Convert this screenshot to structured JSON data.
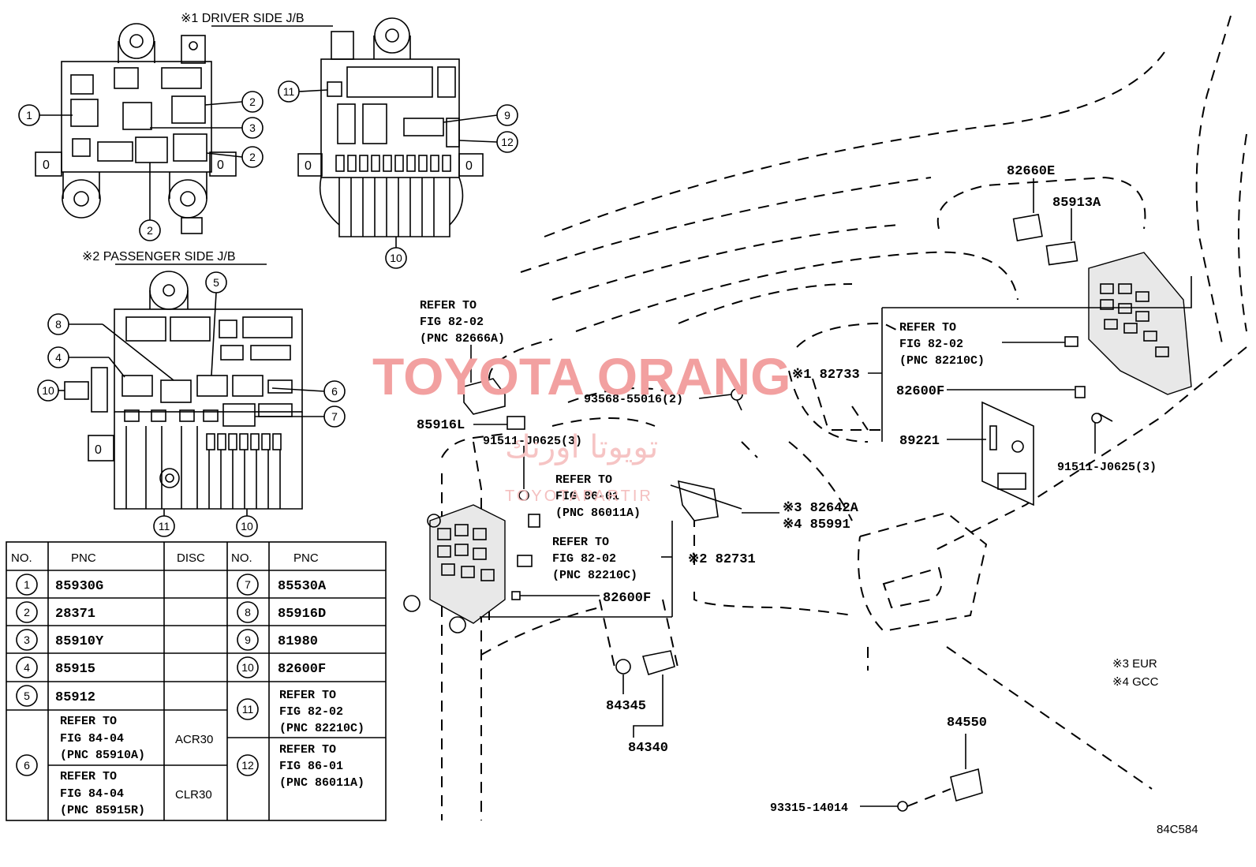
{
  "captions": {
    "driver": "※1  DRIVER SIDE J/B",
    "passenger": "※2  PASSENGER SIDE J/B"
  },
  "watermark": {
    "main": "TOYOTA ORANG",
    "arabic": "تويوتا اورنك",
    "sub": "TOYOTAPARTIR"
  },
  "table": {
    "headers": [
      "NO.",
      "PNC",
      "DISC",
      "NO.",
      "PNC"
    ],
    "left_rows": [
      {
        "no": "1",
        "pnc": "85930G",
        "disc": ""
      },
      {
        "no": "2",
        "pnc": "28371",
        "disc": ""
      },
      {
        "no": "3",
        "pnc": "85910Y",
        "disc": ""
      },
      {
        "no": "4",
        "pnc": "85915",
        "disc": ""
      },
      {
        "no": "5",
        "pnc": "85912",
        "disc": ""
      }
    ],
    "row6": {
      "no": "6",
      "a_lines": [
        "REFER TO",
        "FIG 84-04",
        "(PNC 85910A)"
      ],
      "a_disc": "ACR30",
      "b_lines": [
        "REFER TO",
        "FIG 84-04",
        "(PNC 85915R)"
      ],
      "b_disc": "CLR30"
    },
    "right_rows": [
      {
        "no": "7",
        "pnc": "85530A"
      },
      {
        "no": "8",
        "pnc": "85916D"
      },
      {
        "no": "9",
        "pnc": "81980"
      },
      {
        "no": "10",
        "pnc": "82600F"
      }
    ],
    "row11": {
      "no": "11",
      "lines": [
        "REFER TO",
        "FIG 82-02",
        "(PNC 82210C)"
      ]
    },
    "row12": {
      "no": "12",
      "lines": [
        "REFER TO",
        "FIG 86-01",
        "(PNC 86011A)"
      ]
    }
  },
  "callouts": {
    "c1": "1",
    "c2": "2",
    "c3": "3",
    "c4": "4",
    "c5": "5",
    "c6": "6",
    "c7": "7",
    "c8": "8",
    "c9": "9",
    "c10": "10",
    "c11": "11",
    "c12": "12"
  },
  "labels": {
    "p82660E": "82660E",
    "p85913A": "85913A",
    "ref_82666A": [
      "REFER TO",
      "FIG 82-02",
      "(PNC 82666A)"
    ],
    "ref_82210C_r": [
      "REFER TO",
      "FIG 82-02",
      "(PNC 82210C)"
    ],
    "p82733": "※1 82733",
    "p93568": "93568-55016(2)",
    "p82600F_r": "82600F",
    "p85916L": "85916L",
    "p91511_l": "91511-J0625(3)",
    "p89221": "89221",
    "p91511_r": "91511-J0625(3)",
    "ref_86011A": [
      "REFER TO",
      "FIG 86-01",
      "(PNC 86011A)"
    ],
    "p82642A": "※3 82642A",
    "p85991": "※4 85991",
    "ref_82210C_l": [
      "REFER TO",
      "FIG 82-02",
      "(PNC 82210C)"
    ],
    "p82731": "※2 82731",
    "p82600F_l": "82600F",
    "p84345": "84345",
    "p84340": "84340",
    "eur": "※3 EUR",
    "gcc": "※4 GCC",
    "p84550": "84550",
    "p93315": "93315-14014",
    "code": "84C584"
  }
}
